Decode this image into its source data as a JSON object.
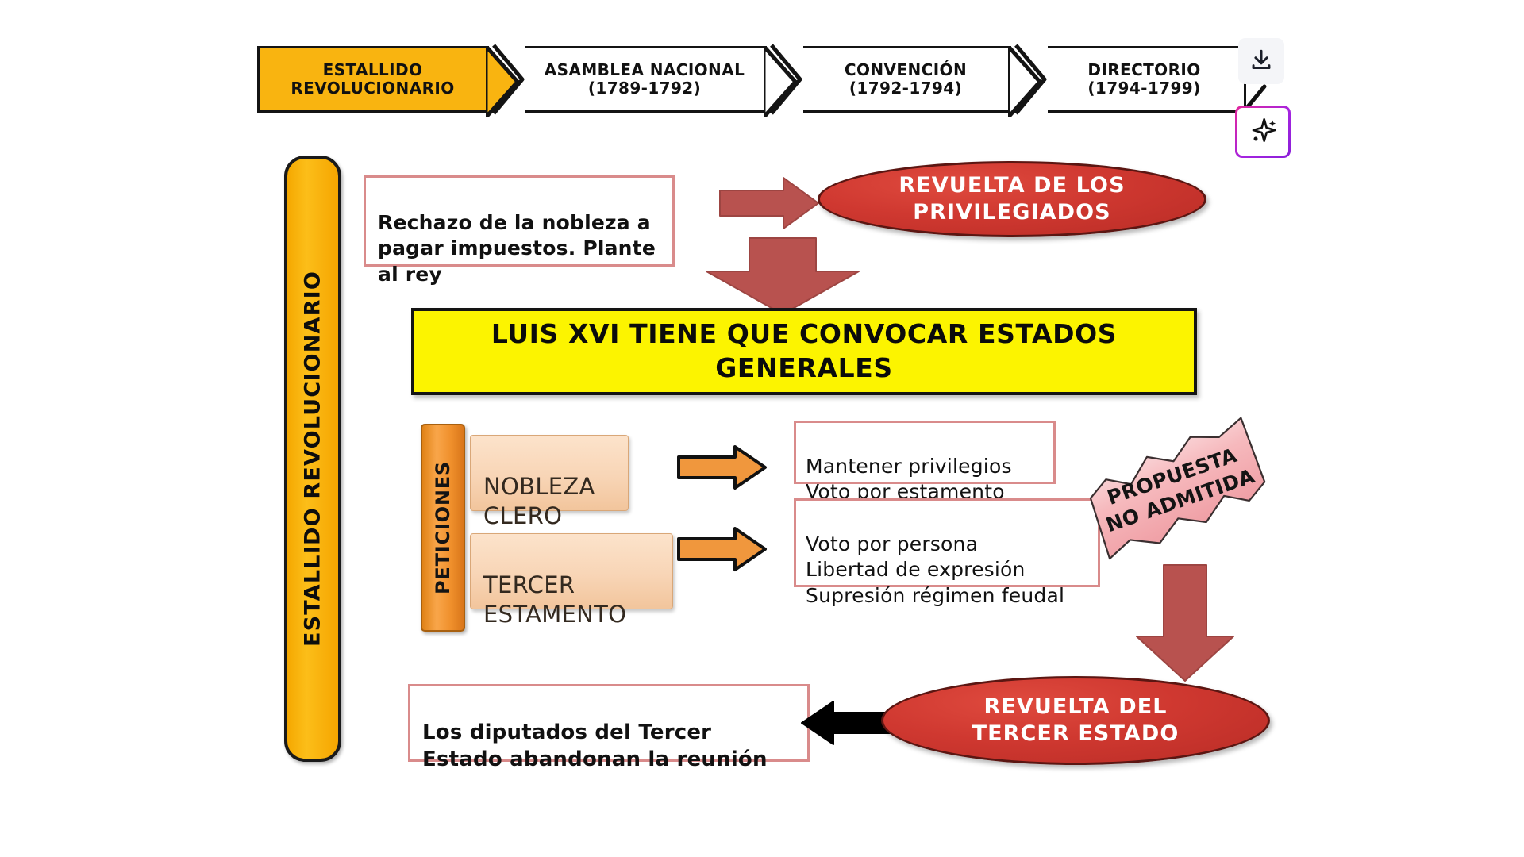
{
  "timeline": {
    "steps": [
      {
        "label": "ESTALLIDO\nREVOLUCIONARIO",
        "active": true
      },
      {
        "label": "ASAMBLEA NACIONAL\n(1789-1792)",
        "active": false
      },
      {
        "label": "CONVENCIÓN\n(1792-1794)",
        "active": false
      },
      {
        "label": "DIRECTORIO\n(1794-1799)",
        "active": false
      }
    ],
    "active_color": "#f9b410"
  },
  "toolbar": {
    "download_icon": "download-icon",
    "ai_icon": "sparkle-icon",
    "ai_border_gradient": "#a524e0"
  },
  "side_label": {
    "text": "ESTALLIDO REVOLUCIONARIO",
    "color": "#f9b410"
  },
  "peticiones_label": {
    "text": "PETICIONES",
    "color": "#ef8f2b"
  },
  "boxes": {
    "rechazo": "Rechazo de la nobleza a\npagar impuestos. Plante\nal rey",
    "mantener": "Mantener privilegios\nVoto por estamento",
    "voto": "Voto por persona\nLibertad de expresión\nSupresión régimen feudal",
    "diputados": "Los diputados del Tercer\nEstado abandonan la reunión"
  },
  "estamentos": {
    "nobleza_clero": "NOBLEZA\nCLERO",
    "tercer_estamento": "TERCER\nESTAMENTO"
  },
  "banner": {
    "text": "LUIS XVI TIENE QUE CONVOCAR ESTADOS GENERALES",
    "background": "#fcf400"
  },
  "ellipses": {
    "privilegiados": "REVUELTA DE LOS\nPRIVILEGIADOS",
    "tercer_estado": "REVUELTA DEL\nTERCER ESTADO",
    "color": "#cf3830"
  },
  "sticker": {
    "text": "PROPUESTA\nNO ADMITIDA",
    "color": "#f3afb4"
  },
  "arrows": {
    "red_right": "arrow-right-red",
    "red_down_1": "arrow-down-red",
    "orange_right_1": "arrow-right-orange",
    "orange_right_2": "arrow-right-orange",
    "red_down_2": "arrow-down-red",
    "black_left": "arrow-left-black",
    "red_color": "#b8524f",
    "orange_color": "#f0973d",
    "black_color": "#000000"
  }
}
